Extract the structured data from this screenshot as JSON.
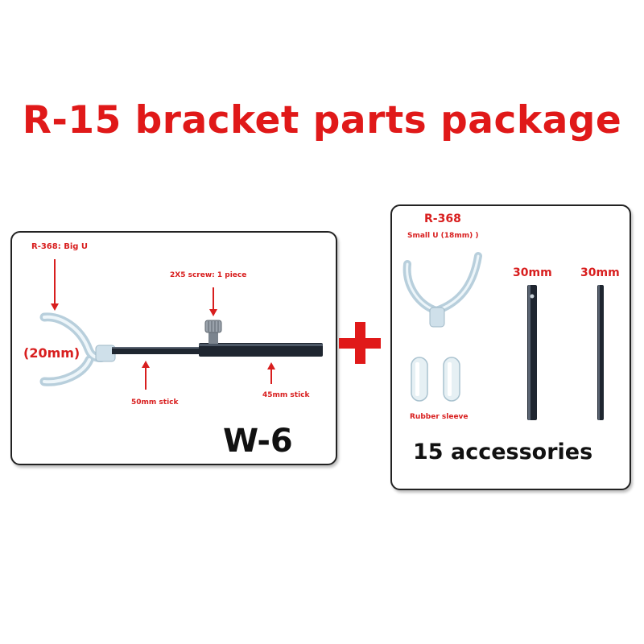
{
  "title": "R-15 bracket parts package",
  "left_panel": {
    "big_u_label": "R-368: Big U",
    "size_label": "(20mm)",
    "screw_label": "2X5 screw: 1 piece",
    "stick_50_label": "50mm stick",
    "stick_45_label": "45mm stick",
    "model": "W-6"
  },
  "right_panel": {
    "part_code": "R-368",
    "small_u_label": "Small U (18mm) )",
    "rod_1_label": "30mm",
    "rod_2_label": "30mm",
    "sleeve_label": "Rubber sleeve",
    "caption": "15 accessories"
  },
  "colors": {
    "accent": "#e01919",
    "rod": "#1f2630",
    "clear_plastic": "#c9dbe6"
  },
  "icons": {
    "plus": "plus-icon",
    "arrow": "arrow-down-icon"
  }
}
